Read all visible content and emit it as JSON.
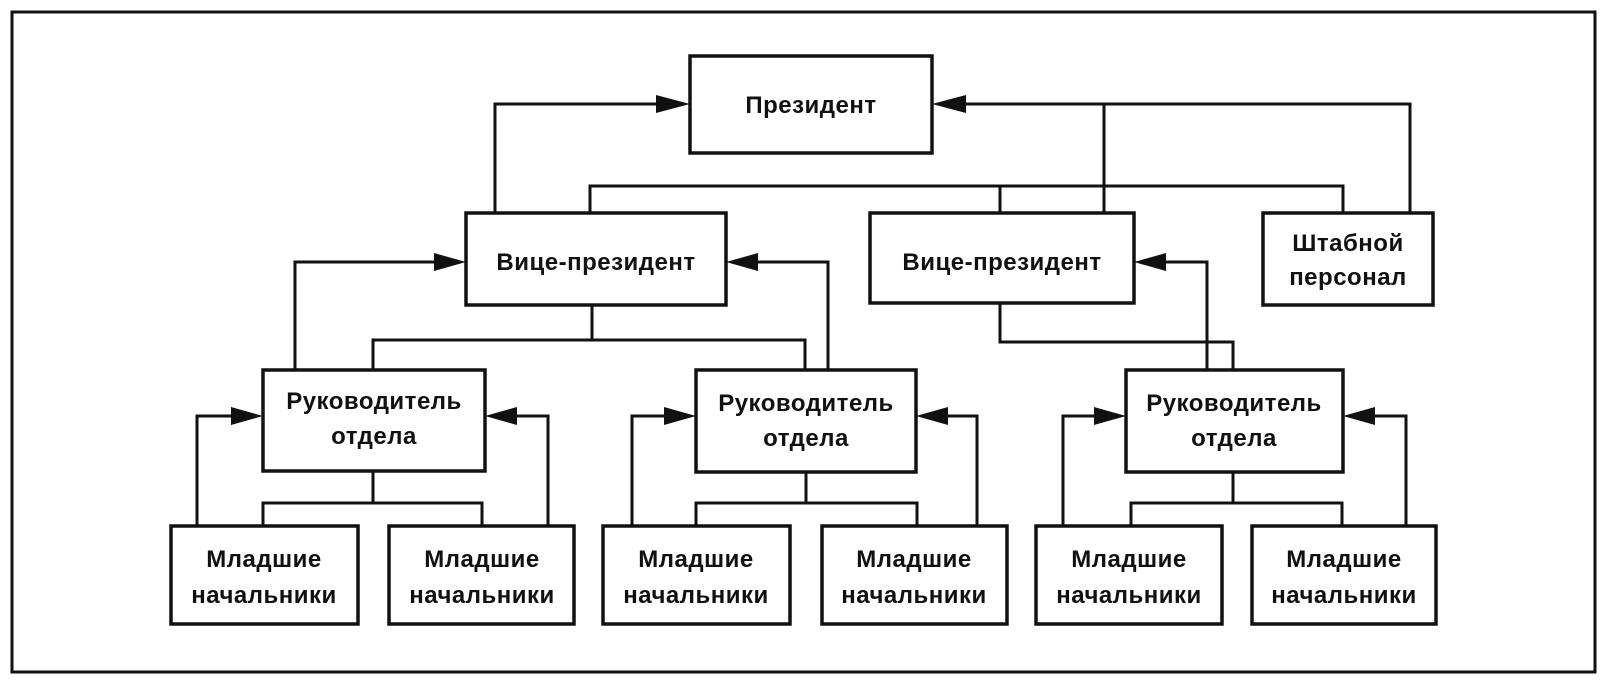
{
  "diagram": {
    "nodes": {
      "president": {
        "lines": [
          "Президент"
        ]
      },
      "vp1": {
        "lines": [
          "Вице-президент"
        ]
      },
      "vp2": {
        "lines": [
          "Вице-президент"
        ]
      },
      "staff": {
        "lines": [
          "Штабной",
          "персонал"
        ]
      },
      "head1": {
        "lines": [
          "Руководитель",
          "отдела"
        ]
      },
      "head2": {
        "lines": [
          "Руководитель",
          "отдела"
        ]
      },
      "head3": {
        "lines": [
          "Руководитель",
          "отдела"
        ]
      },
      "junior1": {
        "lines": [
          "Младшие",
          "начальники"
        ]
      },
      "junior2": {
        "lines": [
          "Младшие",
          "начальники"
        ]
      },
      "junior3": {
        "lines": [
          "Младшие",
          "начальники"
        ]
      },
      "junior4": {
        "lines": [
          "Младшие",
          "начальники"
        ]
      },
      "junior5": {
        "lines": [
          "Младшие",
          "начальники"
        ]
      },
      "junior6": {
        "lines": [
          "Младшие",
          "начальники"
        ]
      }
    },
    "hierarchy": [
      {
        "from": "president",
        "to": [
          "vp1",
          "vp2",
          "staff"
        ]
      },
      {
        "from": "vp1",
        "to": [
          "head1",
          "head2"
        ]
      },
      {
        "from": "vp2",
        "to": [
          "head3"
        ]
      },
      {
        "from": "head1",
        "to": [
          "junior1",
          "junior2"
        ]
      },
      {
        "from": "head2",
        "to": [
          "junior3",
          "junior4"
        ]
      },
      {
        "from": "head3",
        "to": [
          "junior5",
          "junior6"
        ]
      }
    ],
    "feedback": [
      {
        "from": "vp1",
        "to": "president"
      },
      {
        "from": "vp2",
        "to": "president"
      },
      {
        "from": "staff",
        "to": "president"
      },
      {
        "from": "head1",
        "to": "vp1"
      },
      {
        "from": "head2",
        "to": "vp1"
      },
      {
        "from": "head3",
        "to": "vp2"
      },
      {
        "from": "junior1",
        "to": "head1"
      },
      {
        "from": "junior2",
        "to": "head1"
      },
      {
        "from": "junior3",
        "to": "head2"
      },
      {
        "from": "junior4",
        "to": "head2"
      },
      {
        "from": "junior5",
        "to": "head3"
      },
      {
        "from": "junior6",
        "to": "head3"
      }
    ]
  }
}
